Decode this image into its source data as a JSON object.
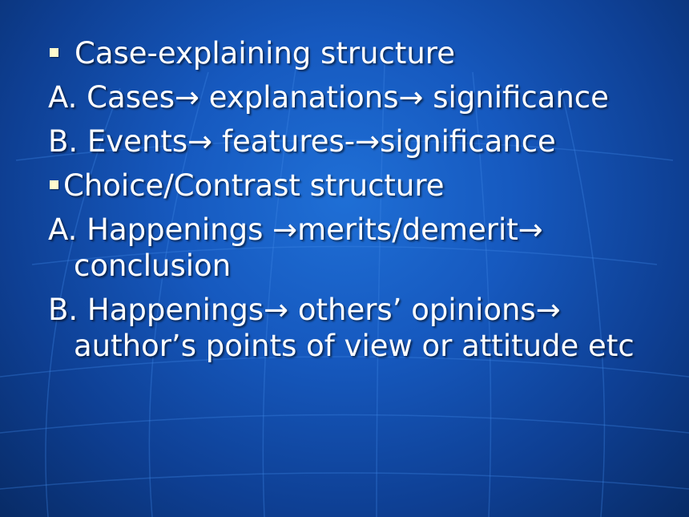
{
  "slide": {
    "items": [
      {
        "type": "bullet",
        "text": "Case-explaining structure"
      },
      {
        "type": "sub",
        "text": "A. Cases→ explanations→ significance"
      },
      {
        "type": "sub",
        "text": "B. Events→ features-→significance"
      },
      {
        "type": "bullet",
        "text": "Choice/Contrast structure"
      },
      {
        "type": "sub",
        "text": "A. Happenings →merits/demerit→ conclusion"
      },
      {
        "type": "sub",
        "text": "B. Happenings→ others’ opinions→ author’s points of view or attitude etc"
      }
    ]
  },
  "colors": {
    "text": "#ffffff",
    "bullet": "#fffacd",
    "background": "#1659bf"
  }
}
